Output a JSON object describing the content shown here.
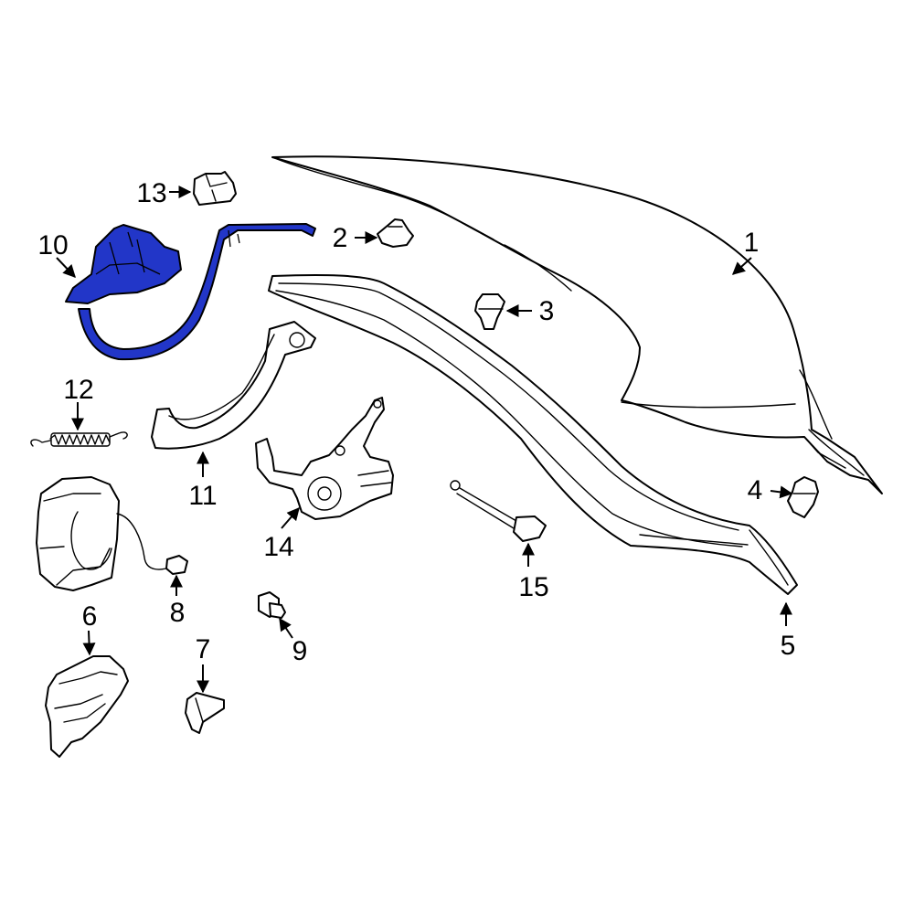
{
  "colors": {
    "highlight": "#2236c8",
    "line": "#000000",
    "background": "#ffffff"
  },
  "callouts": [
    {
      "id": "c1",
      "text": "1"
    },
    {
      "id": "c2",
      "text": "2"
    },
    {
      "id": "c3",
      "text": "3"
    },
    {
      "id": "c4",
      "text": "4"
    },
    {
      "id": "c5",
      "text": "5"
    },
    {
      "id": "c6",
      "text": "6"
    },
    {
      "id": "c7",
      "text": "7"
    },
    {
      "id": "c8",
      "text": "8"
    },
    {
      "id": "c9",
      "text": "9"
    },
    {
      "id": "c10",
      "text": "10"
    },
    {
      "id": "c11",
      "text": "11"
    },
    {
      "id": "c12",
      "text": "12"
    },
    {
      "id": "c13",
      "text": "13"
    },
    {
      "id": "c14",
      "text": "14"
    },
    {
      "id": "c15",
      "text": "15"
    }
  ],
  "highlighted_part": "10"
}
